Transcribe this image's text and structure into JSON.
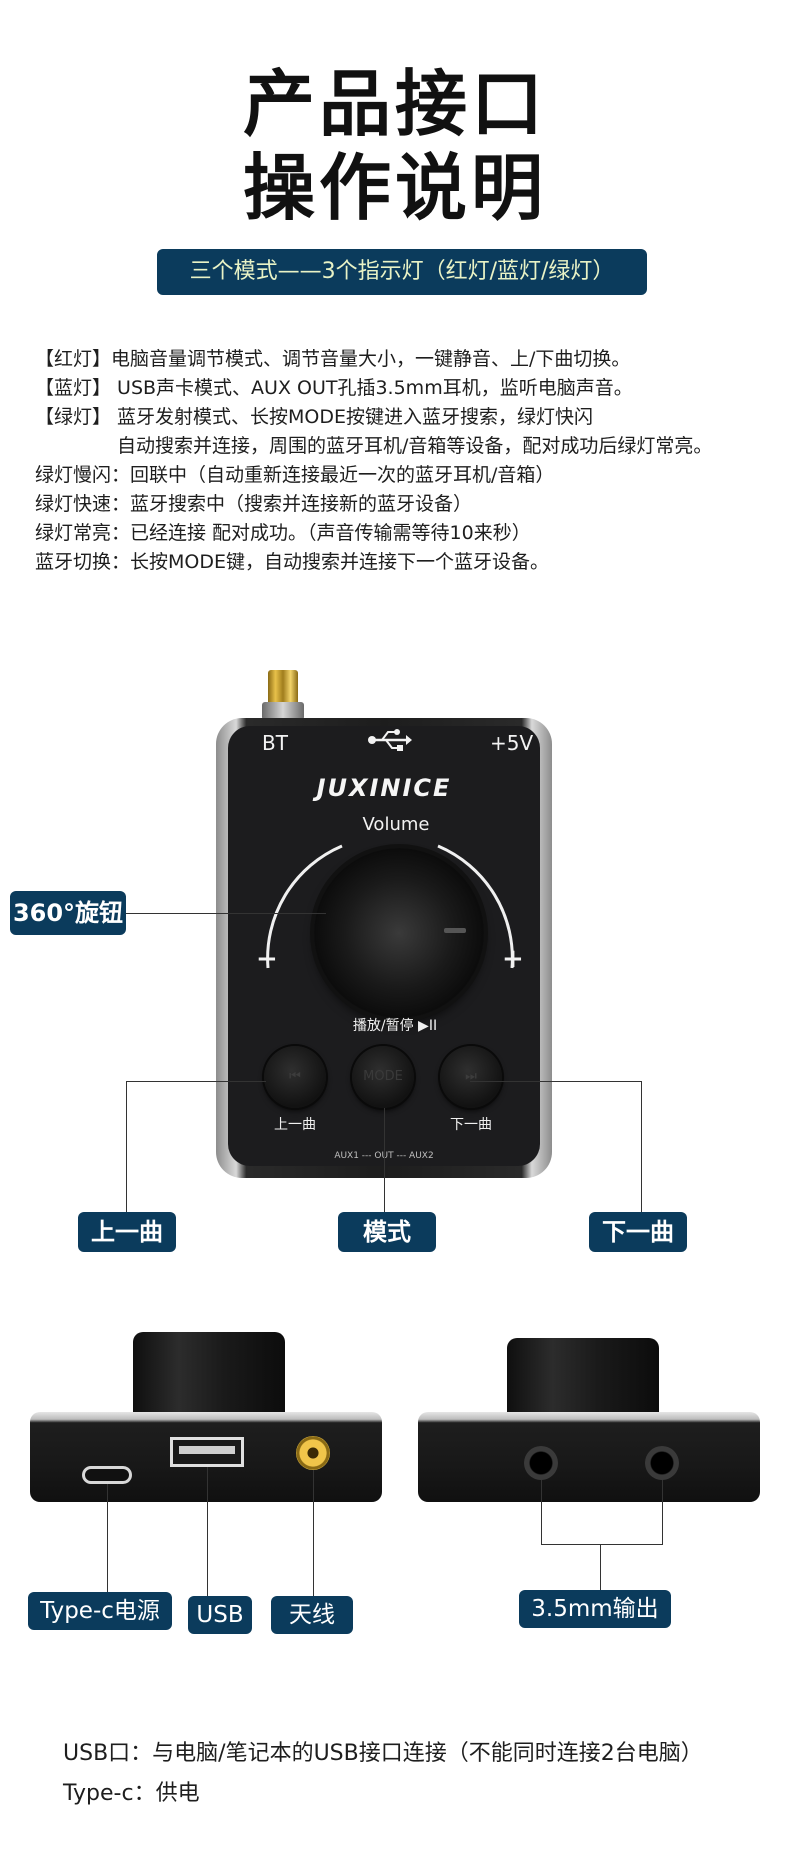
{
  "heading": {
    "line1": "产品接口",
    "line2": "操作说明"
  },
  "subtitle": "三个模式——3个指示灯（红灯/蓝灯/绿灯）",
  "description": {
    "red": "【红灯】电脑音量调节模式、调节音量大小，一键静音、上/下曲切换。",
    "blue": "【蓝灯】 USB声卡模式、AUX OUT孔插3.5mm耳机，监听电脑声音。",
    "green1": "【绿灯】 蓝牙发射模式、长按MODE按键进入蓝牙搜索，绿灯快闪",
    "green2": "自动搜索并连接，周围的蓝牙耳机/音箱等设备，配对成功后绿灯常亮。",
    "slow": "绿灯慢闪：回联中（自动重新连接最近一次的蓝牙耳机/音箱）",
    "fast": "绿灯快速：蓝牙搜索中（搜索并连接新的蓝牙设备）",
    "steady": "绿灯常亮：已经连接 配对成功。（声音传输需等待10来秒）",
    "switch": "蓝牙切换：长按MODE键，自动搜索并连接下一个蓝牙设备。"
  },
  "device": {
    "bt": "BT",
    "power": "+5V",
    "brand": "JUXINICE",
    "volume": "Volume",
    "minus": "−",
    "plus": "+",
    "play_pause": "播放/暂停 ▶II",
    "mode_button": "MODE",
    "prev_label": "上一曲",
    "next_label": "下一曲",
    "aux_label": "AUX1 --- OUT --- AUX2"
  },
  "callouts": {
    "knob": "360°旋钮",
    "prev": "上一曲",
    "mode": "模式",
    "next": "下一曲",
    "typec": "Type-c电源",
    "usb": "USB",
    "antenna": "天线",
    "output": "3.5mm输出"
  },
  "notes": {
    "usb": "USB口：与电脑/笔记本的USB接口连接（不能同时连接2台电脑）",
    "typec": "Type-c：供电"
  }
}
